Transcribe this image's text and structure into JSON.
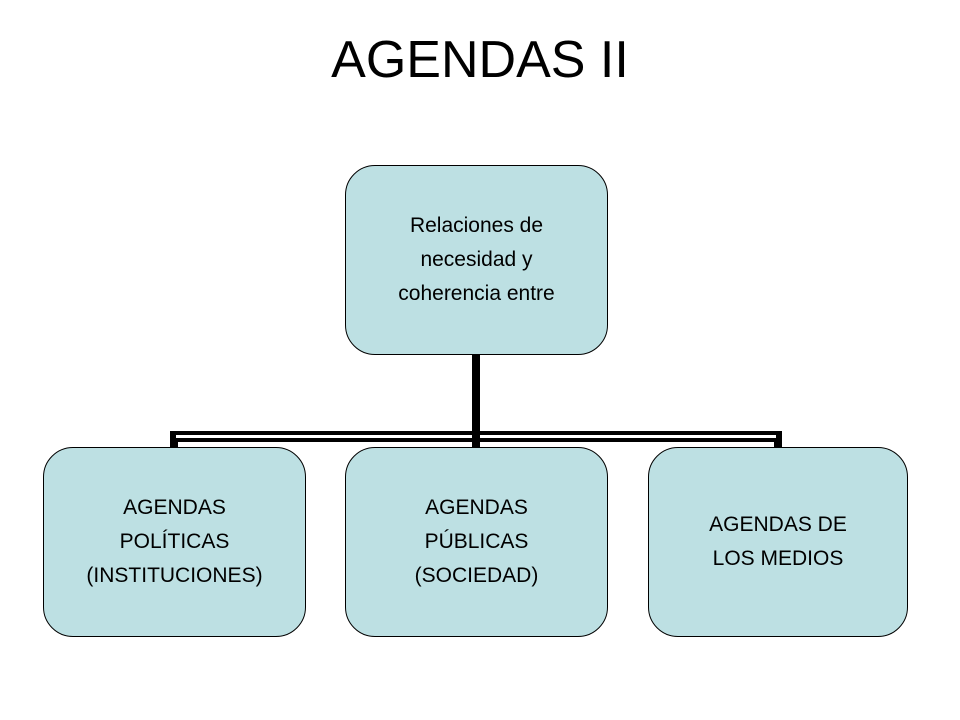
{
  "slide": {
    "title": "AGENDAS II"
  },
  "diagram": {
    "type": "hierarchy",
    "fill_color": "#bde0e3",
    "border_color": "#000000",
    "connector_color": "#000000",
    "root": {
      "lines": [
        "Relaciones de",
        "necesidad y",
        "coherencia entre"
      ]
    },
    "children": [
      {
        "lines": [
          "AGENDAS",
          "POLÍTICAS",
          "(INSTITUCIONES)"
        ]
      },
      {
        "lines": [
          "AGENDAS",
          "PÚBLICAS",
          "(SOCIEDAD)"
        ]
      },
      {
        "lines": [
          "AGENDAS DE",
          "LOS MEDIOS"
        ]
      }
    ]
  }
}
